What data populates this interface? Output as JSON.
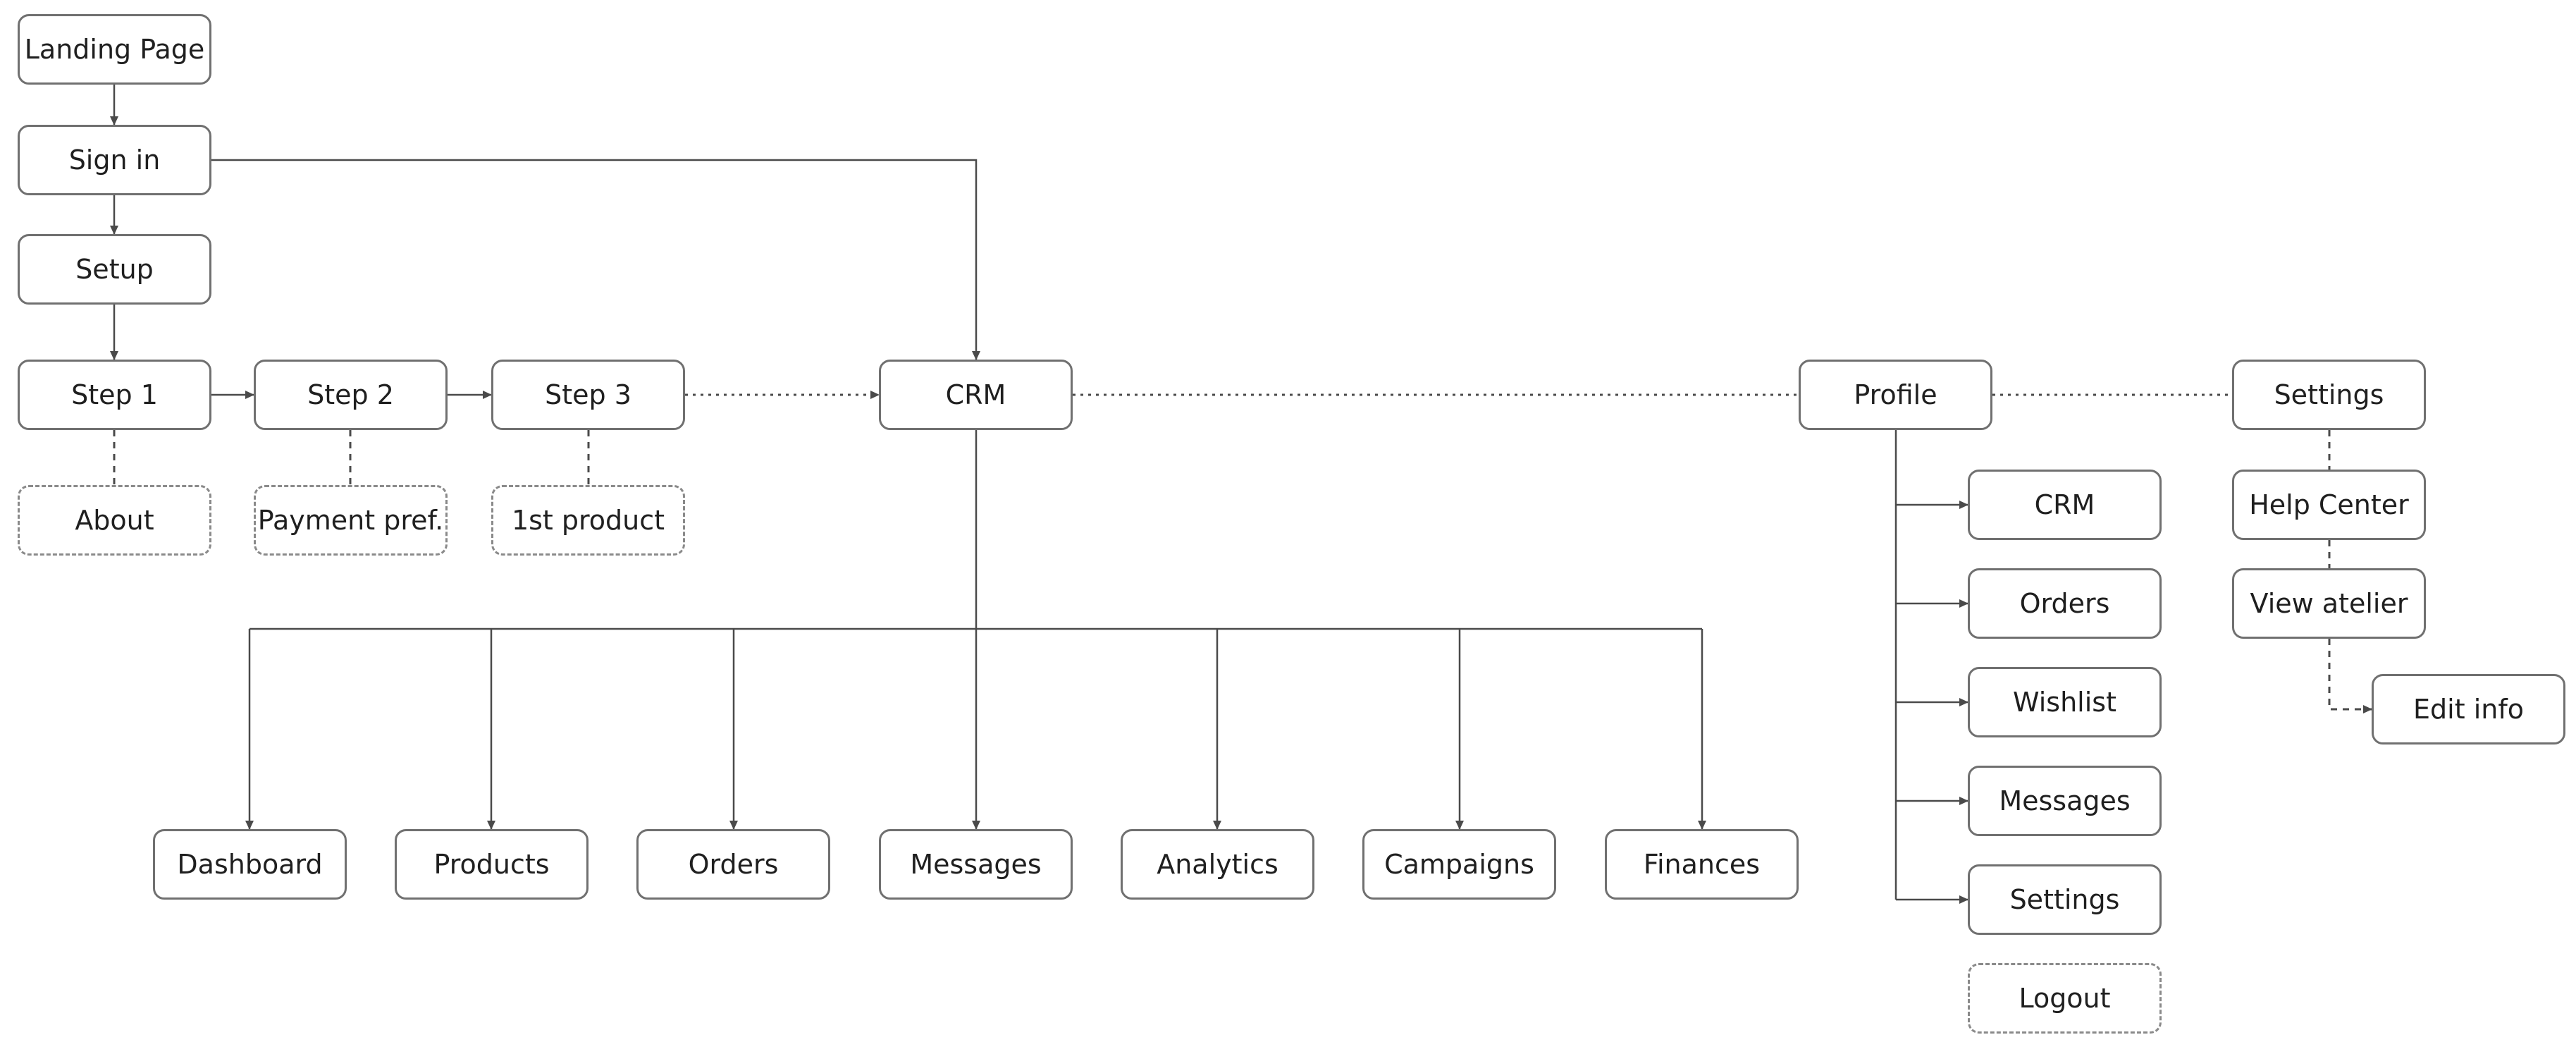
{
  "colors": {
    "line": "#4a4a4a",
    "border": "#707070",
    "text": "#1f1f1f"
  },
  "nodes": {
    "landing": "Landing Page",
    "signin": "Sign in",
    "setup": "Setup",
    "step1": "Step 1",
    "step2": "Step 2",
    "step3": "Step 3",
    "about": "About",
    "payment": "Payment pref.",
    "firstproduct": "1st product",
    "crm": "CRM",
    "dashboard": "Dashboard",
    "products": "Products",
    "orders": "Orders",
    "messages": "Messages",
    "analytics": "Analytics",
    "campaigns": "Campaigns",
    "finances": "Finances",
    "profile": "Profile",
    "p_crm": "CRM",
    "p_orders": "Orders",
    "p_wishlist": "Wishlist",
    "p_messages": "Messages",
    "p_settings": "Settings",
    "p_logout": "Logout",
    "settings": "Settings",
    "helpcenter": "Help Center",
    "viewatelier": "View atelier",
    "editinfo": "Edit info"
  }
}
